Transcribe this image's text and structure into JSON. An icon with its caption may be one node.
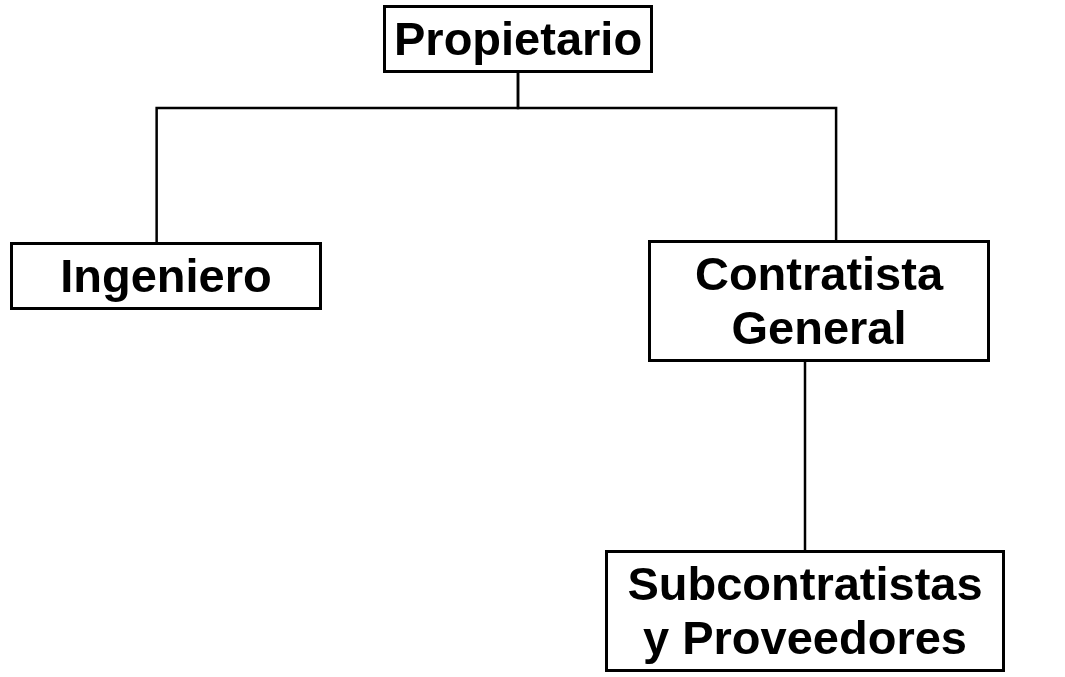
{
  "diagram": {
    "nodes": [
      {
        "text": [
          "Propietario"
        ]
      },
      {
        "text": [
          "Ingeniero"
        ]
      },
      {
        "text": [
          "Contratista General"
        ]
      },
      {
        "text": [
          "Subcontratistas y Proveedores"
        ]
      }
    ],
    "edges": [
      {
        "from": 0,
        "to": 1,
        "arrow": "none"
      },
      {
        "from": 0,
        "to": 2,
        "arrow": "none"
      },
      {
        "from": 2,
        "to": 3,
        "arrow": "none"
      }
    ]
  }
}
